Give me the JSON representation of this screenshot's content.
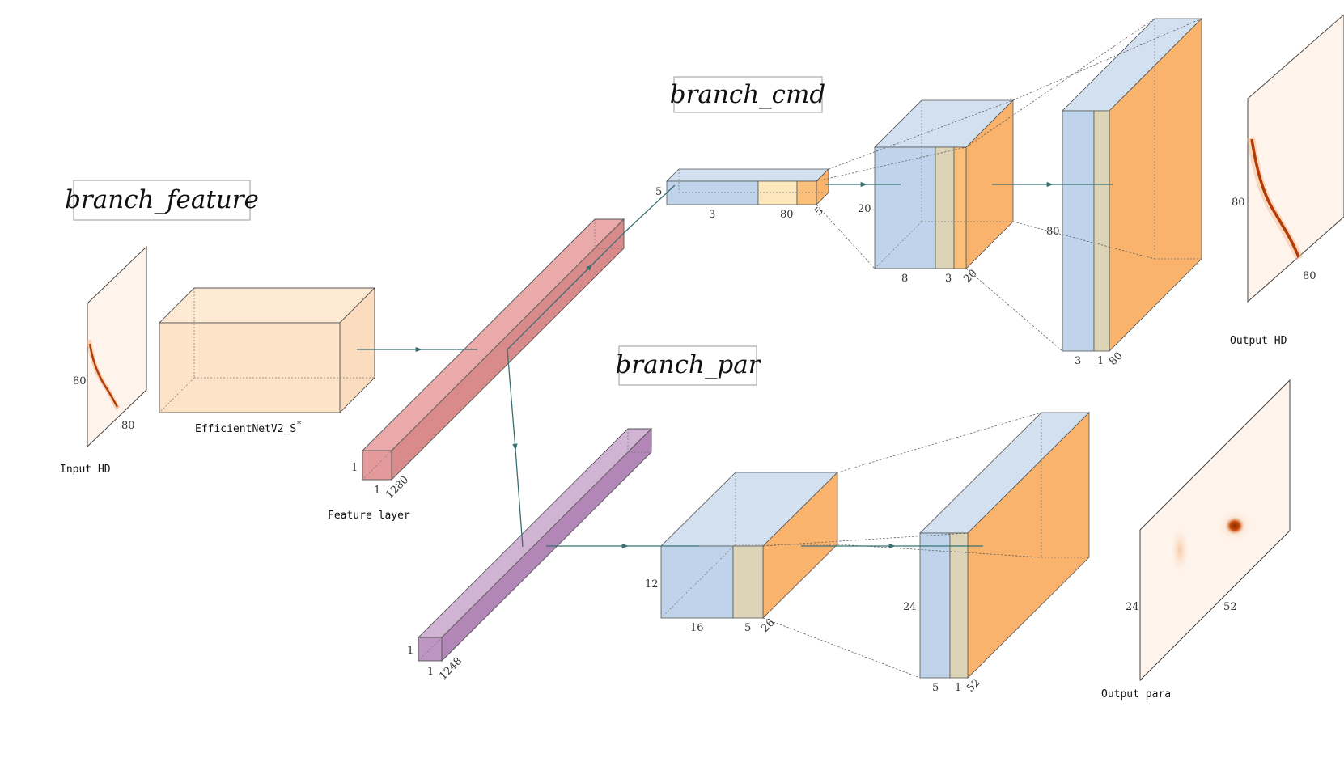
{
  "titles": {
    "feature": "branch_feature",
    "cmd": "branch_cmd",
    "par": "branch_par"
  },
  "labels": {
    "input_hd": "Input HD",
    "backbone": "EfficientNetV2_S",
    "backbone_sup": "*",
    "feature_layer": "Feature layer",
    "output_hd": "Output HD",
    "output_para": "Output para"
  },
  "dims": {
    "input_h": "80",
    "input_w": "80",
    "feat_h": "1",
    "feat_w": "1",
    "feat_d": "1280",
    "cmd1_h": "5",
    "cmd1_w1": "3",
    "cmd1_w2": "80",
    "cmd1_d": "5",
    "cmd2_h": "20",
    "cmd2_w1": "8",
    "cmd2_w2": "3",
    "cmd2_d": "20",
    "cmd3_h": "80",
    "cmd3_w1": "3",
    "cmd3_w2": "1",
    "cmd3_d": "80",
    "out_hd_h": "80",
    "out_hd_w": "80",
    "par0_h": "1",
    "par0_w": "1",
    "par0_d": "1248",
    "par1_h": "12",
    "par1_w1": "16",
    "par1_w2": "5",
    "par1_d": "26",
    "par2_h": "24",
    "par2_w1": "5",
    "par2_w2": "1",
    "par2_d": "52",
    "out_para_h": "24",
    "out_para_w": "52"
  },
  "colors": {
    "backbone": "#fde4c8",
    "feature": "#e49a9b",
    "par_feature": "#bf96c3",
    "conv_blue": "#bfd4ea",
    "conv_cream": "#fde8bd",
    "conv_orange": "#fbbf7c",
    "flow": "#3a6f70",
    "heat_dark": "#b23c02",
    "heat_light": "#fdeee2"
  },
  "icons": {
    "flow_arrow": "arrow-icon"
  }
}
